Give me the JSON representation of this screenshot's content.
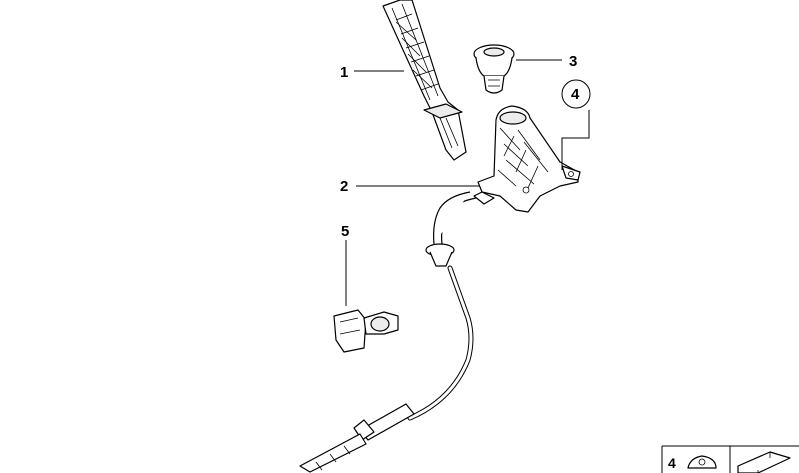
{
  "callouts": {
    "c1": "1",
    "c2": "2",
    "c3": "3",
    "c4": "4",
    "c5": "5"
  },
  "inset": {
    "label": "4"
  }
}
